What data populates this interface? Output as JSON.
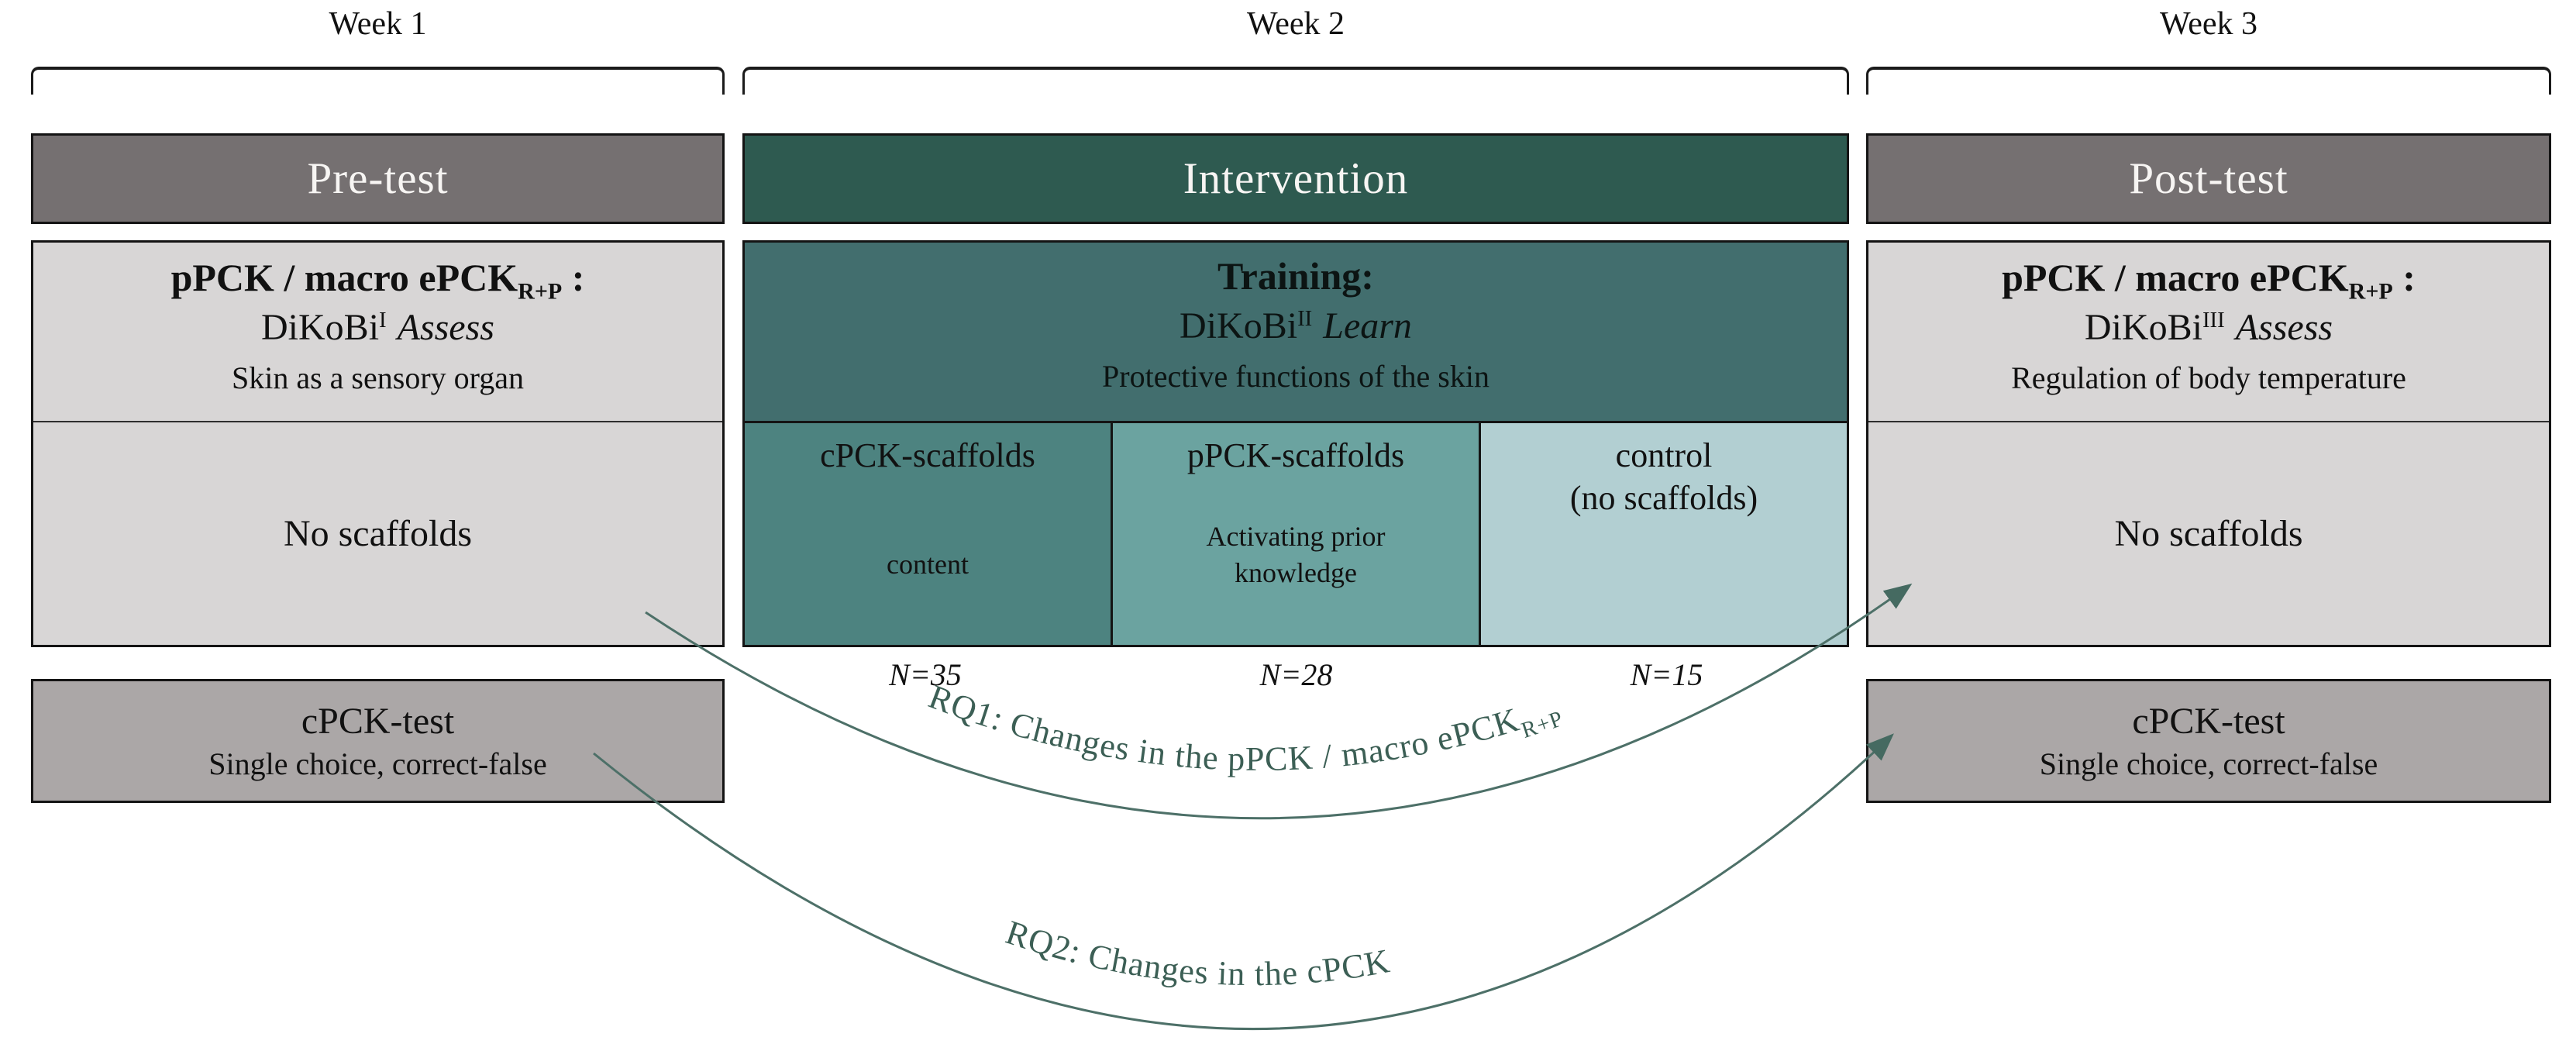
{
  "weeks": [
    {
      "label": "Week 1"
    },
    {
      "label": "Week 2"
    },
    {
      "label": "Week 3"
    }
  ],
  "pretest": {
    "header": "Pre-test",
    "title_prefix": "pPCK / macro ePCK",
    "title_sub": "R+P",
    "title_suffix": " :",
    "instrument_prefix": "DiKoBi",
    "instrument_sup": "I",
    "instrument_mode": "Assess",
    "topic": "Skin as a sensory organ",
    "scaffold_note": "No scaffolds",
    "test_title": "cPCK-test",
    "test_sub": "Single choice, correct-false"
  },
  "intervention": {
    "header": "Intervention",
    "training_title": "Training:",
    "instrument_prefix": "DiKoBi",
    "instrument_sup": "II",
    "instrument_mode": "Learn",
    "topic": "Protective functions of the skin",
    "groups": [
      {
        "label": "cPCK-scaffolds",
        "label2": "",
        "sublabel": "content",
        "n": "N=35",
        "color": "#4d8380"
      },
      {
        "label": "pPCK-scaffolds",
        "label2": "",
        "sublabel": "Activating prior knowledge",
        "n": "N=28",
        "color": "#6ba3a0"
      },
      {
        "label": "control",
        "label2": "(no scaffolds)",
        "sublabel": "",
        "n": "N=15",
        "color": "#b2cfd2"
      }
    ]
  },
  "posttest": {
    "header": "Post-test",
    "title_prefix": "pPCK / macro ePCK",
    "title_sub": "R+P",
    "title_suffix": " :",
    "instrument_prefix": "DiKoBi",
    "instrument_sup": "III",
    "instrument_mode": "Assess",
    "topic": "Regulation of body temperature",
    "scaffold_note": "No scaffolds",
    "test_title": "cPCK-test",
    "test_sub": "Single choice, correct-false"
  },
  "research_questions": {
    "rq1_text": "RQ1: Changes in the pPCK / macro ePCK",
    "rq1_sub": "R+P",
    "rq2_text": "RQ2: Changes in the cPCK"
  },
  "colors": {
    "header_gray": "#757071",
    "header_teal": "#2e5a50",
    "training_teal": "#426e6e",
    "light_box": "#d8d6d6",
    "test_box": "#aba7a7",
    "arrow": "#4d7068"
  }
}
